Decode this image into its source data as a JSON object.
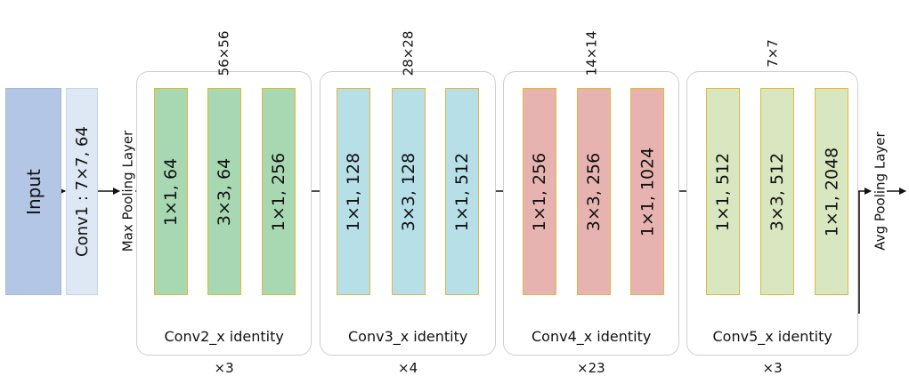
{
  "input_label": "Input",
  "conv1_label": "Conv1 : 7×7, 64",
  "maxpool_label": "Max Pooling Layer",
  "avgpool_label": "Avg Pooling Layer",
  "colors": {
    "input_fill": "#b3c6e5",
    "input_border": "#a6b9d8",
    "conv1_fill": "#dde8f4",
    "conv1_border": "#c6d6ea",
    "stage_border": "#e0b93a"
  },
  "stages": [
    {
      "size": "56×56",
      "repeat": "×3",
      "identity": "Conv2_x identity",
      "fill": "#a8d8b2",
      "layers": [
        "1×1, 64",
        "3×3, 64",
        "1×1, 256"
      ]
    },
    {
      "size": "28×28",
      "repeat": "×4",
      "identity": "Conv3_x identity",
      "fill": "#b7dfe8",
      "layers": [
        "1×1, 128",
        "3×3, 128",
        "1×1, 512"
      ]
    },
    {
      "size": "14×14",
      "repeat": "×23",
      "identity": "Conv4_x identity",
      "fill": "#e7b3b0",
      "layers": [
        "1×1, 256",
        "3×3, 256",
        "1×1, 1024"
      ]
    },
    {
      "size": "7×7",
      "repeat": "×3",
      "identity": "Conv5_x identity",
      "fill": "#d9e7c0",
      "layers": [
        "1×1, 512",
        "3×3, 512",
        "1×1, 2048"
      ]
    }
  ]
}
